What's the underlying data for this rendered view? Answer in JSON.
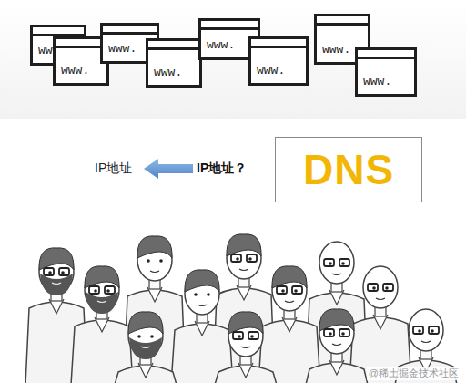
{
  "diagram": {
    "nodes": [
      {
        "text": [
          "www."
        ]
      },
      {
        "text": [
          "www."
        ]
      },
      {
        "text": [
          "www."
        ]
      },
      {
        "text": [
          "www."
        ]
      },
      {
        "text": [
          "www."
        ]
      },
      {
        "text": [
          "www."
        ]
      },
      {
        "text": [
          "www."
        ]
      },
      {
        "text": [
          "www."
        ]
      },
      {
        "text": [
          "DNS"
        ]
      }
    ],
    "labels": [
      "IP地址",
      "IP地址？",
      "@稀土掘金技术社区"
    ]
  }
}
